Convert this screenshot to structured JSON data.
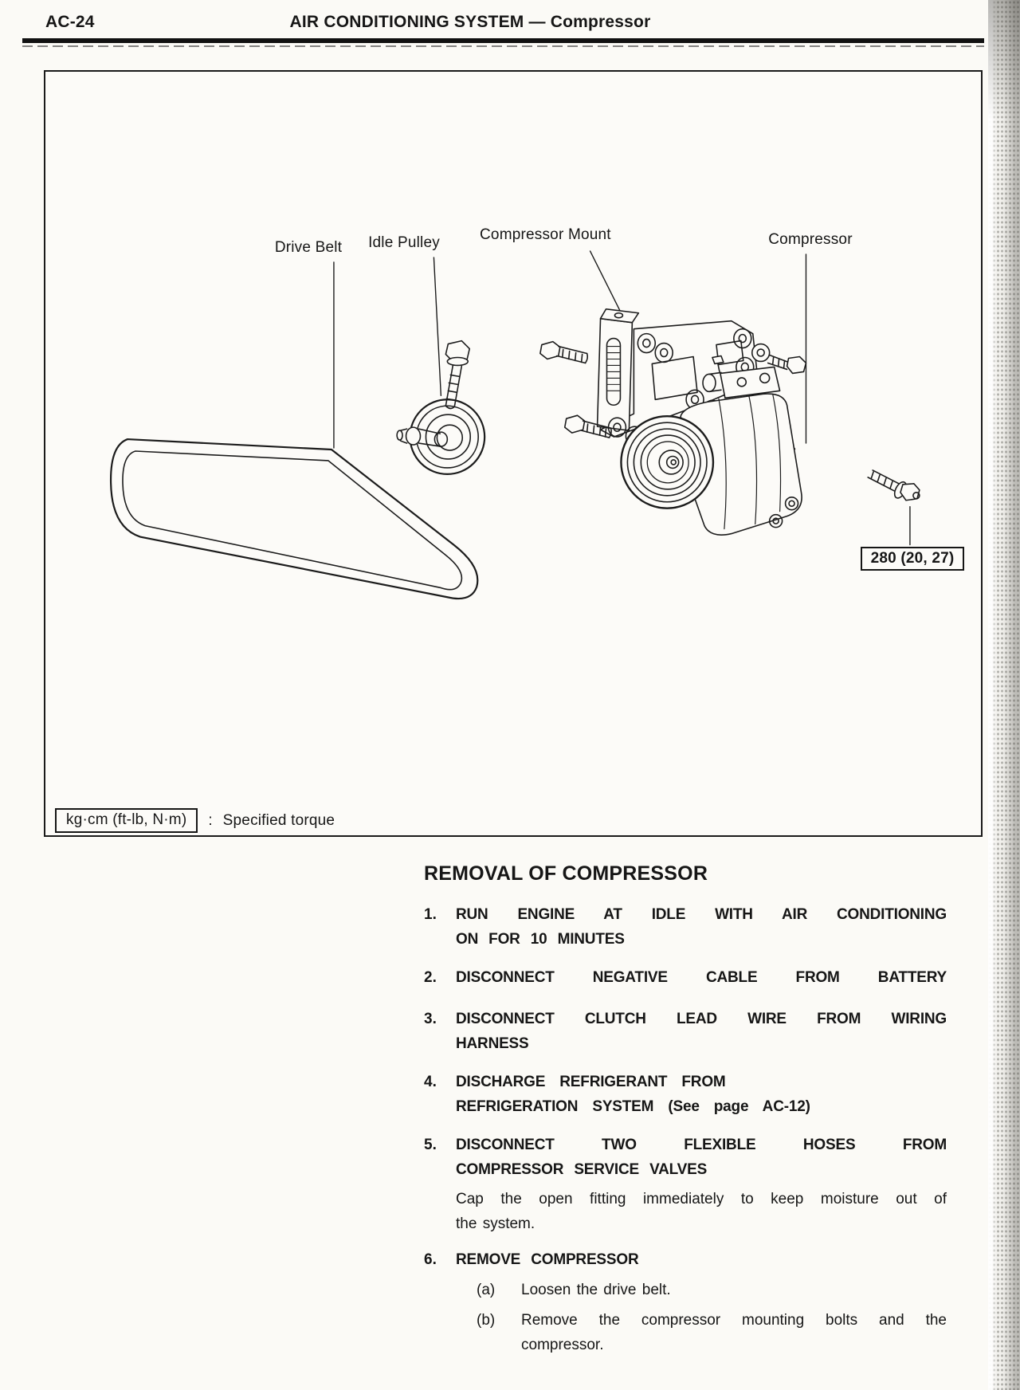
{
  "header": {
    "page_code": "AC-24",
    "title": "AIR CONDITIONING SYSTEM — Compressor"
  },
  "figure": {
    "labels": {
      "drive_belt": "Drive Belt",
      "idle_pulley": "Idle Pulley",
      "compressor_mount": "Compressor Mount",
      "compressor": "Compressor"
    },
    "torque": "280 (20, 27)",
    "legend": {
      "unit_box": "kg·cm (ft-lb, N·m)",
      "separator": ":",
      "text": "Specified torque"
    },
    "ink_color": "#1c1c1c",
    "paper_color": "#fbfaf6"
  },
  "procedure": {
    "heading": "REMOVAL OF COMPRESSOR",
    "steps": [
      {
        "num": "1.",
        "lines": [
          "RUN ENGINE AT IDLE WITH AIR CONDITIONING",
          "ON FOR 10 MINUTES"
        ]
      },
      {
        "num": "2.",
        "lines": [
          "DISCONNECT NEGATIVE CABLE FROM BATTERY"
        ]
      },
      {
        "num": "3.",
        "lines": [
          "DISCONNECT CLUTCH LEAD WIRE FROM WIRING",
          "HARNESS"
        ]
      },
      {
        "num": "4.",
        "lines": [
          "DISCHARGE REFRIGERANT FROM",
          "REFRIGERATION SYSTEM (See page AC-12)"
        ]
      },
      {
        "num": "5.",
        "lines": [
          "DISCONNECT TWO FLEXIBLE HOSES FROM",
          "COMPRESSOR SERVICE VALVES"
        ],
        "note": [
          "Cap the open fitting immediately to keep moisture out of",
          "the system."
        ]
      },
      {
        "num": "6.",
        "lines": [
          "REMOVE COMPRESSOR"
        ],
        "subs": [
          {
            "label": "(a)",
            "lines": [
              "Loosen the drive belt."
            ]
          },
          {
            "label": "(b)",
            "lines": [
              "Remove the compressor mounting bolts and the",
              "compressor."
            ]
          }
        ]
      }
    ]
  }
}
